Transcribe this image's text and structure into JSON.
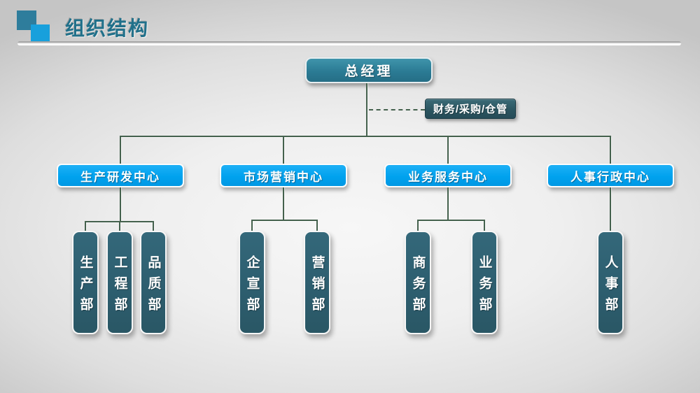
{
  "slide": {
    "title": "组织结构"
  },
  "colors": {
    "title_text": "#20708a",
    "square_teal": "#2e7d9c",
    "square_blue": "#18a0dc",
    "root_box": "#2b7b94",
    "assistant_box": "#2b545f",
    "center_box": "#00a2ee",
    "dept_box": "#2d5e6f",
    "connector_line": "#44614d",
    "box_text": "#ffffff"
  },
  "org": {
    "root": "总经理",
    "assistant": "财务/采购/仓管",
    "centers": [
      {
        "label": "生产研发中心",
        "children": [
          "生产部",
          "工程部",
          "品质部"
        ]
      },
      {
        "label": "市场营销中心",
        "children": [
          "企宣部",
          "营销部"
        ]
      },
      {
        "label": "业务服务中心",
        "children": [
          "商务部",
          "业务部"
        ]
      },
      {
        "label": "人事行政中心",
        "children": [
          "人事部"
        ]
      }
    ]
  }
}
